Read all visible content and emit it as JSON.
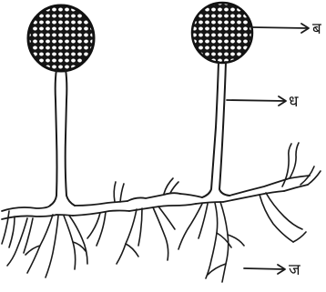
{
  "diagram": {
    "labels": {
      "sporangium": "ब",
      "sporangiophore": "ध",
      "rhizoid": "ज"
    }
  },
  "colors": {
    "ink": "#1a1a1a",
    "background": "#ffffff"
  }
}
